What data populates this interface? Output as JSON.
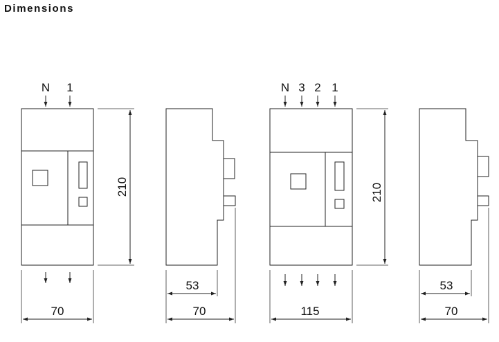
{
  "title": "Dimensions",
  "views": [
    {
      "terminals_top": [
        "N",
        "1"
      ],
      "height_label": "210",
      "width_label": "70"
    },
    {
      "depth_label": "53",
      "width_label": "70"
    },
    {
      "terminals_top": [
        "N",
        "3",
        "2",
        "1"
      ],
      "height_label": "210",
      "width_label": "115"
    },
    {
      "depth_label": "53",
      "width_label": "70"
    }
  ]
}
